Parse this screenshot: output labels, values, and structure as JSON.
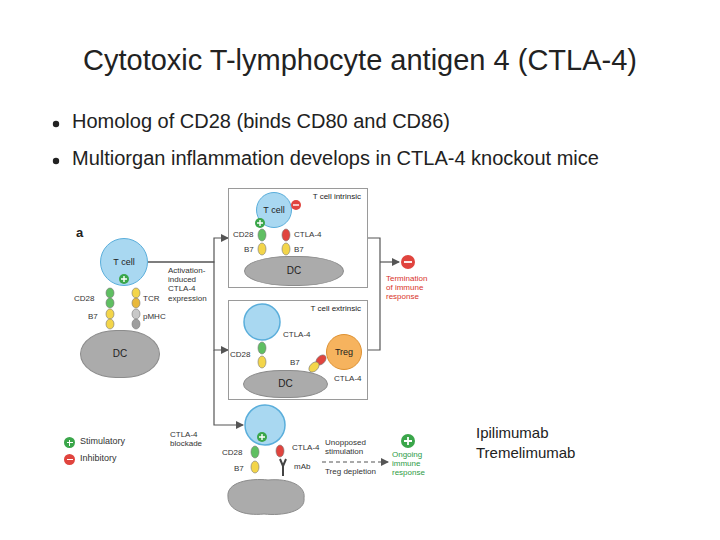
{
  "diagram": {
    "title": "Cytotoxic T-lymphocyte antigen 4 (CTLA-4)",
    "nodes": [
      {
        "text": [
          "T cell"
        ]
      },
      {
        "text": [
          "DC"
        ]
      },
      {
        "text": [
          "T cell intrinsic"
        ]
      },
      {
        "text": [
          "T cell"
        ],
        "in": 2
      },
      {
        "text": [
          "DC"
        ],
        "in": 2
      },
      {
        "text": [
          "T cell extrinsic"
        ]
      },
      {
        "text": [
          "DC"
        ],
        "in": 5
      },
      {
        "text": [
          "Treg"
        ],
        "in": 5
      }
    ],
    "edges": [
      {
        "from": 0,
        "to": 2,
        "arrow": "to"
      },
      {
        "from": 0,
        "to": 5,
        "arrow": "to"
      }
    ],
    "labels": [
      "Homolog of CD28 (binds CD80 and CD86)",
      "Multiorgan inflammation develops in CTLA-4 knockout mice",
      "a",
      "CD28",
      "TCR",
      "B7",
      "pMHC",
      "Activation-induced CTLA-4 expression",
      "CD28",
      "CTLA-4",
      "B7",
      "B7",
      "CD28",
      "CTLA-4",
      "B7",
      "CTLA-4",
      "Termination of immune response",
      "CTLA-4 blockade",
      "CD28",
      "B7",
      "CTLA-4",
      "mAb",
      "Unopposed stimulation",
      "Treg depletion",
      "Ongoing immune response",
      "Ipilimumab",
      "Tremelimumab"
    ],
    "legend": [
      {
        "text": "Stimulatory",
        "color": "#3aa64a"
      },
      {
        "text": "Inhibitory",
        "color": "#e0443e"
      }
    ]
  }
}
